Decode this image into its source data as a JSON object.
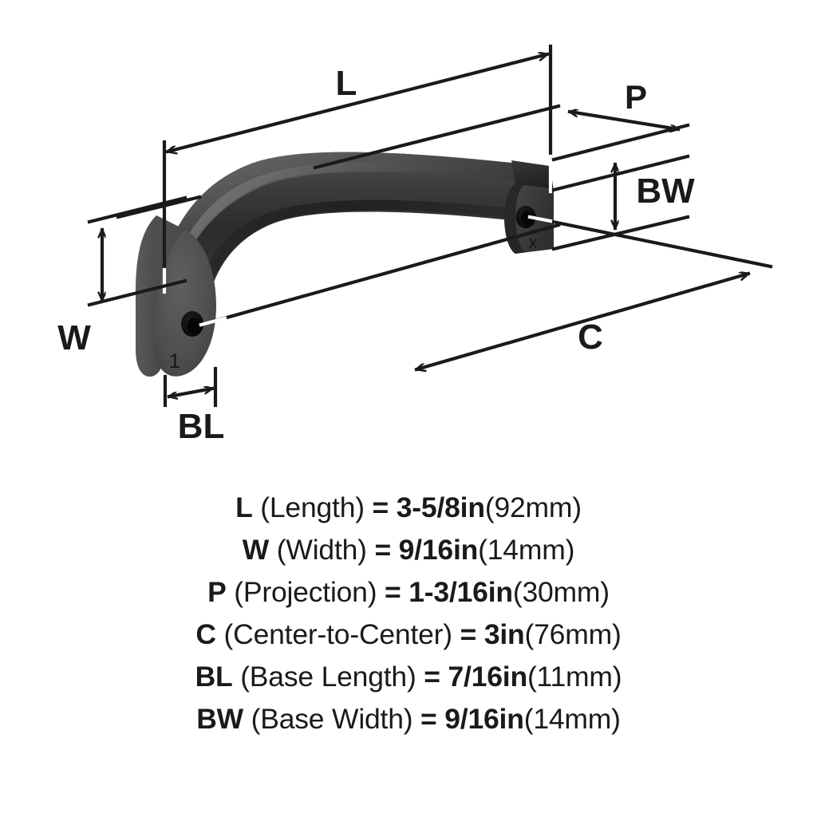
{
  "product": {
    "type": "arched cabinet pull handle",
    "finish_color": "#3a3a3a",
    "body_highlight_color": "#6f6f6f",
    "body_shadow_color": "#232323",
    "foot_face_color": "#555555",
    "hole_color": "#101010",
    "line_color": "#1a1a1a",
    "background_color": "#ffffff"
  },
  "part_marks": {
    "left_foot": "1",
    "right_foot": "x"
  },
  "dimension_labels": {
    "length": "L",
    "width": "W",
    "projection": "P",
    "center_to_center": "C",
    "base_length": "BL",
    "base_width": "BW"
  },
  "specs": [
    {
      "symbol": "L",
      "name": "(Length)",
      "equals": "=",
      "imperial": "3-5/8in",
      "metric": "(92mm)"
    },
    {
      "symbol": "W",
      "name": "(Width)",
      "equals": "=",
      "imperial": "9/16in",
      "metric": "(14mm)"
    },
    {
      "symbol": "P",
      "name": "(Projection)",
      "equals": "=",
      "imperial": "1-3/16in",
      "metric": "(30mm)"
    },
    {
      "symbol": "C",
      "name": "(Center-to-Center)",
      "equals": "=",
      "imperial": "3in",
      "metric": "(76mm)"
    },
    {
      "symbol": "BL",
      "name": "(Base Length)",
      "equals": "=",
      "imperial": "7/16in",
      "metric": "(11mm)"
    },
    {
      "symbol": "BW",
      "name": "(Base Width)",
      "equals": "=",
      "imperial": "9/16in",
      "metric": "(14mm)"
    }
  ]
}
